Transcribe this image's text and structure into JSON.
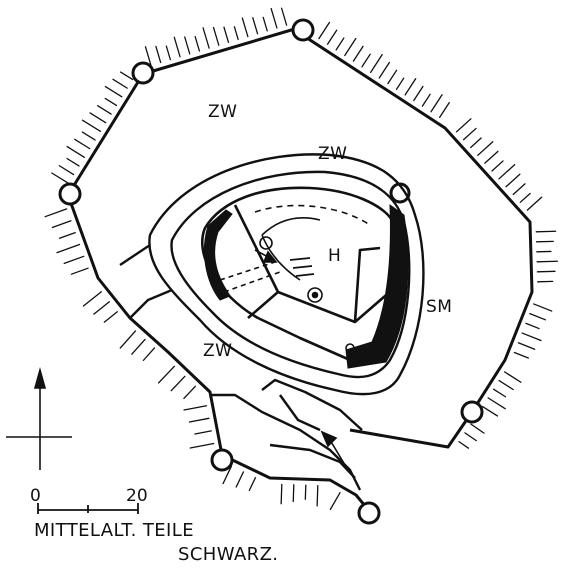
{
  "labels": {
    "zw_outer_north": "ZW",
    "zw_inner_north": "ZW",
    "zw_west": "ZW",
    "h": "H",
    "sm": "SM"
  },
  "scale": {
    "start": "0",
    "end": "20"
  },
  "legend": {
    "line1": "MITTELALT. TEILE",
    "line2": "SCHWARZ."
  },
  "colors": {
    "ink": "#111111",
    "background": "#ffffff"
  }
}
